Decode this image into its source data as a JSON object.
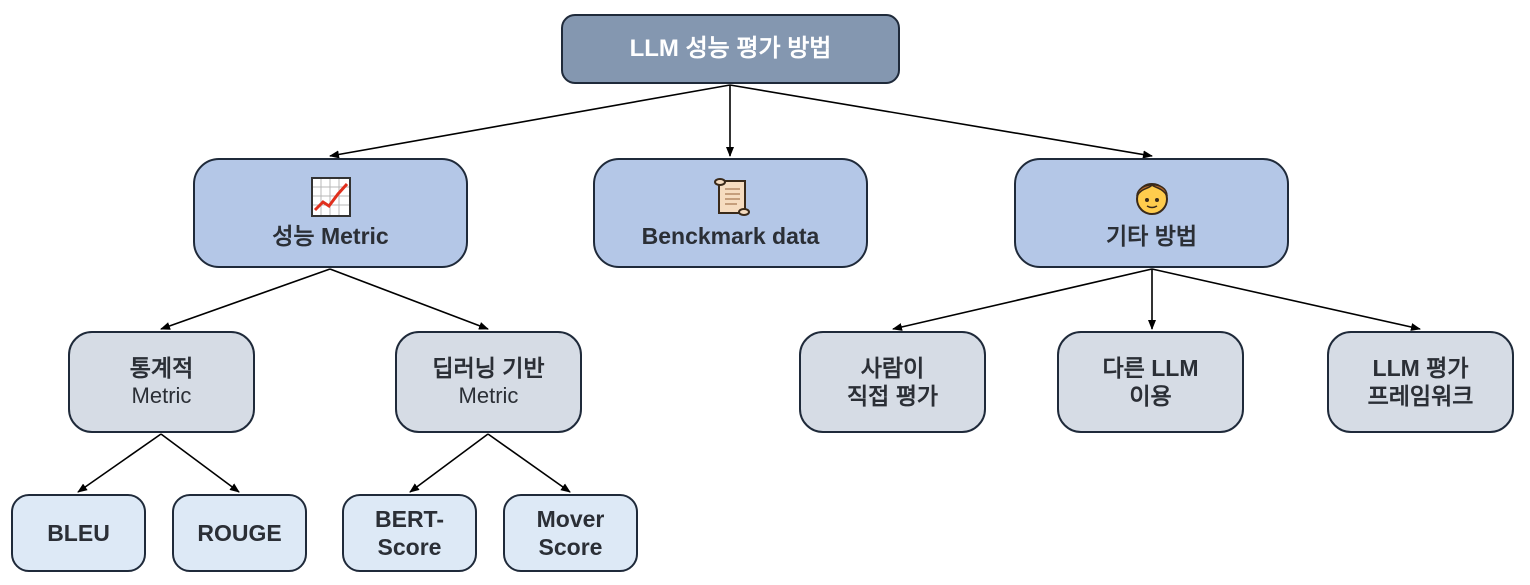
{
  "root": {
    "label": "LLM 성능 평가 방법"
  },
  "categories": [
    {
      "label": "성능 Metric",
      "icon": "chart-increasing-icon"
    },
    {
      "label": "Benckmark data",
      "icon": "scroll-icon"
    },
    {
      "label": "기타 방법",
      "icon": "person-face-icon"
    }
  ],
  "metric_types": [
    {
      "title": "통계적",
      "subtitle": "Metric"
    },
    {
      "title": "딥러닝 기반",
      "subtitle": "Metric"
    }
  ],
  "statistical_metrics": [
    {
      "label": "BLEU"
    },
    {
      "label": "ROUGE"
    }
  ],
  "deep_learning_metrics": [
    {
      "line1": "BERT-",
      "line2": "Score"
    },
    {
      "line1": "Mover",
      "line2": "Score"
    }
  ],
  "other_methods": [
    {
      "line1": "사람이",
      "line2": "직접 평가"
    },
    {
      "line1": "다른 LLM",
      "line2": "이용"
    },
    {
      "line1": "LLM 평가",
      "line2": "프레임워크"
    }
  ],
  "colors": {
    "root_fill": "#8497b0",
    "category_fill": "#b4c7e7",
    "type_fill": "#d6dce5",
    "leaf_fill": "#dde9f6",
    "border": "#1f2a3a",
    "arrow": "#000000"
  }
}
